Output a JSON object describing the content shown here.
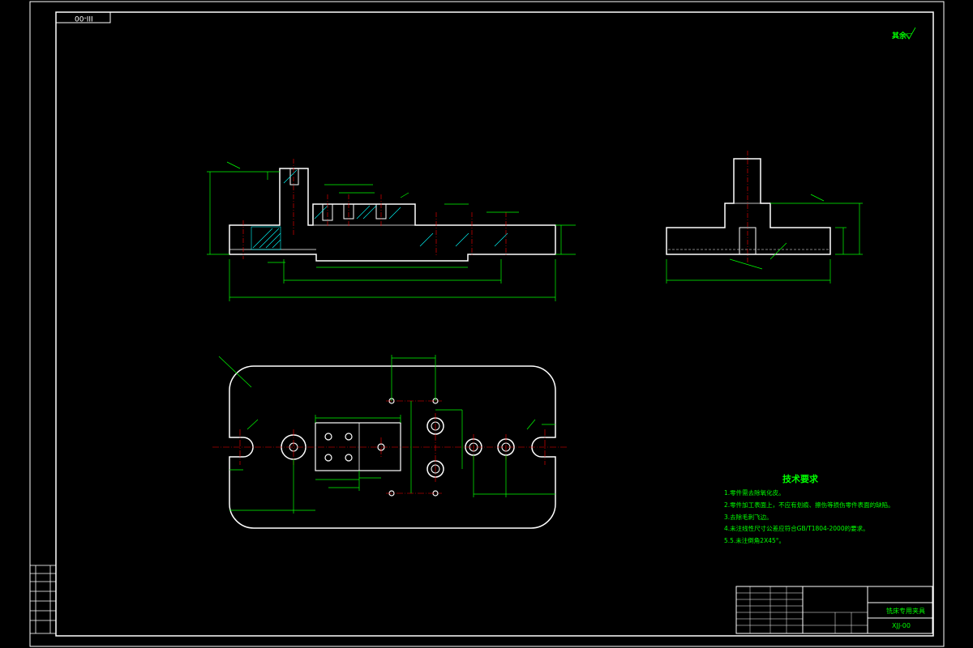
{
  "drawing": {
    "code_box": "00-III",
    "roughness_note": "其余▽",
    "title_block": {
      "part_name": "铣床专用夹具",
      "drawing_number": "XJJ-00"
    },
    "tech_requirements": {
      "heading": "技术要求",
      "items": [
        "1.零件需去除氧化皮。",
        "2.零件加工表面上，不应有划痕、擦伤等损伤零件表面的缺陷。",
        "3.去除毛刺飞边。",
        "4.未注线性尺寸公差应符合GB/T1804-2000的要求。",
        "5.5.未注倒角2X45°。"
      ]
    },
    "colors": {
      "background": "#000000",
      "outline": "#ffffff",
      "dimension": "#00ff00",
      "centerline": "#ff0000",
      "hatch": "#00ffff"
    }
  }
}
